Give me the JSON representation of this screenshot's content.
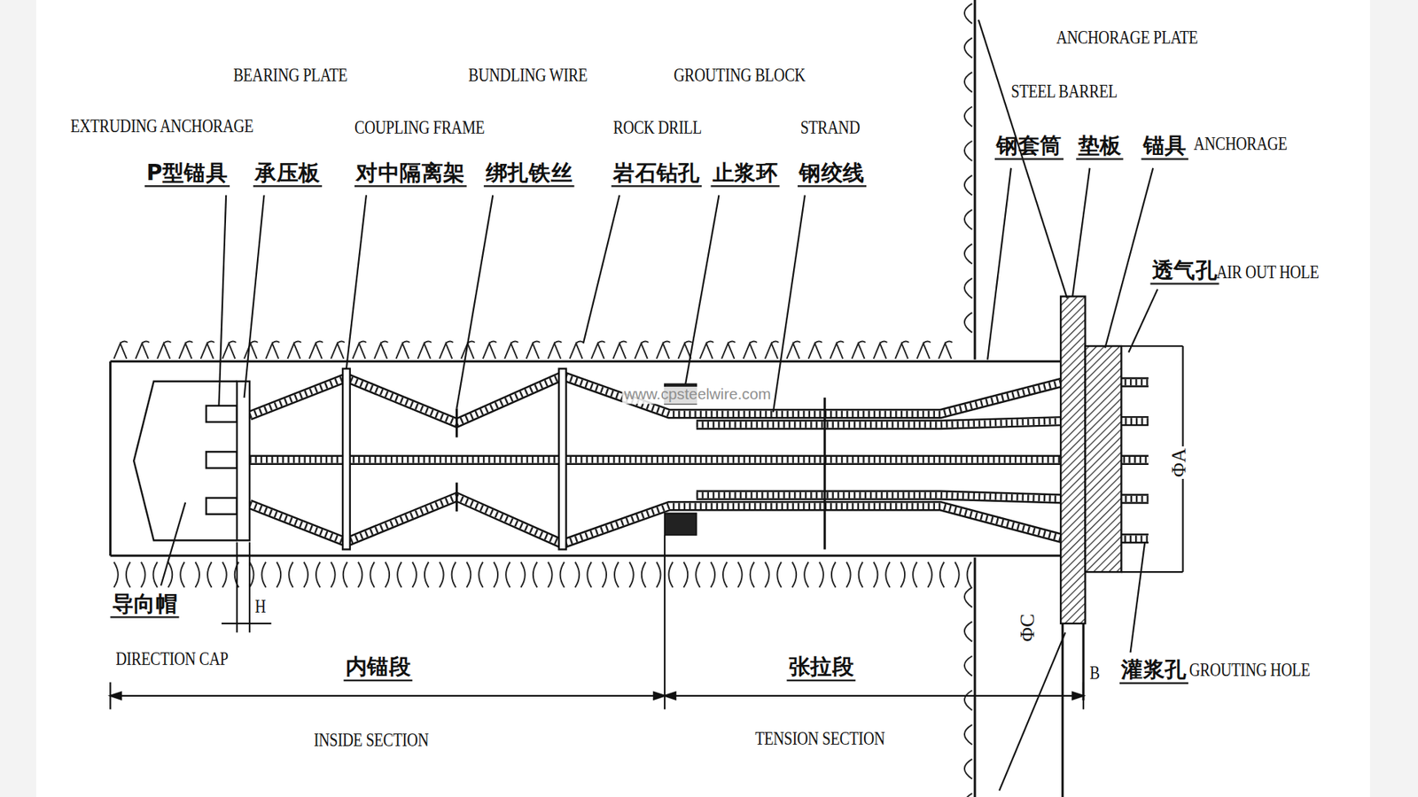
{
  "diagram": {
    "labels": [
      "ANCHORAGE PLATE",
      "BEARING PLATE",
      "BUNDLING WIRE",
      "GROUTING BLOCK",
      "STEEL BARREL",
      "EXTRUDING ANCHORAGE",
      "COUPLING FRAME",
      "ROCK DRILL",
      "STRAND",
      "ANCHORAGE",
      "钢套筒",
      "垫板",
      "锚具",
      "P型锚具",
      "承压板",
      "对中隔离架",
      "绑扎铁丝",
      "岩石钻孔",
      "止浆环",
      "钢绞线",
      "透气孔",
      "AIR OUT HOLE",
      "www.cpsteelwire.com",
      "ΦA",
      "导向帽",
      "H",
      "ΦC",
      "DIRECTION CAP",
      "内锚段",
      "张拉段",
      "B",
      "灌浆孔",
      "GROUTING HOLE",
      "INSIDE SECTION",
      "TENSION SECTION"
    ]
  }
}
